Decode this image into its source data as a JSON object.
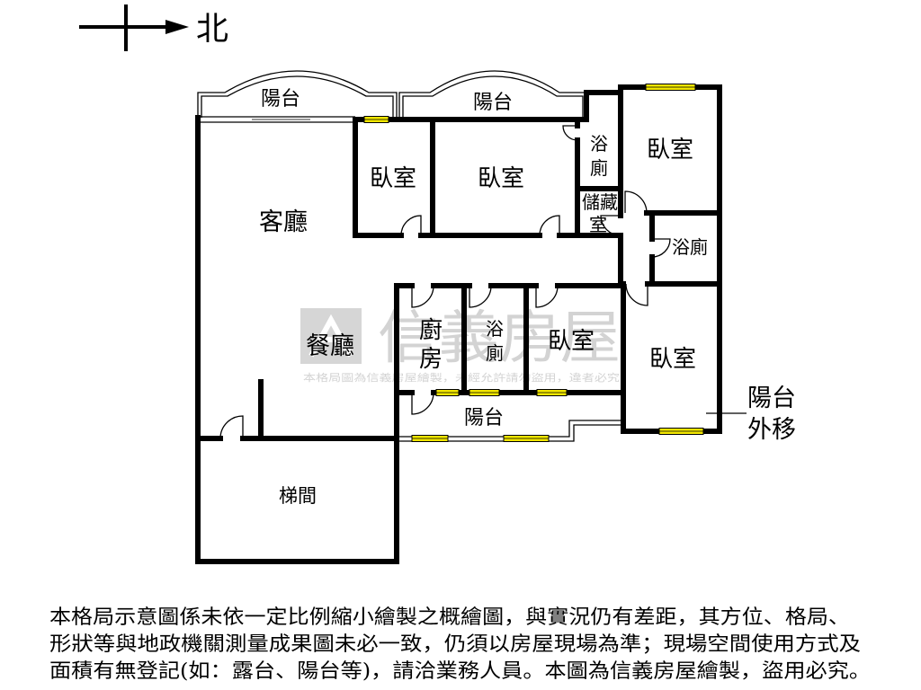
{
  "compass": {
    "north_label": "北"
  },
  "labels": {
    "balcony_nw": "陽台",
    "balcony_ne": "陽台",
    "living_room": "客廳",
    "dining_room": "餐廳",
    "bedroom_1": "臥室",
    "bedroom_2": "臥室",
    "bath_1": [
      "浴",
      "廁"
    ],
    "storage": [
      "儲藏",
      "室"
    ],
    "bedroom_3": "臥室",
    "bath_2": "浴廁",
    "kitchen": [
      "廚",
      "房"
    ],
    "bath_3": [
      "浴",
      "廁"
    ],
    "bedroom_4": "臥室",
    "bedroom_5": "臥室",
    "balcony_s": "陽台",
    "stairwell": "梯間",
    "balcony_moved": [
      "陽台",
      "外移"
    ]
  },
  "watermark": {
    "brand": "信義房屋",
    "notice": "本格局圖為信義房屋繪製，未經允許請勿盜用，違者必究"
  },
  "disclaimer": [
    "本格局示意圖係未依一定比例縮小繪製之概繪圖，與實況仍有差距，其方位、格局、",
    "形狀等與地政機關測量成果圖未必一致，仍須以房屋現場為準；現場空間使用方式及",
    "面積有無登記(如：露台、陽台等)，請洽業務人員。本圖為信義房屋繪製，盜用必究。"
  ],
  "colors": {
    "wall": "#000000",
    "window": "#f2e600",
    "watermark": "#cfcfcf"
  }
}
